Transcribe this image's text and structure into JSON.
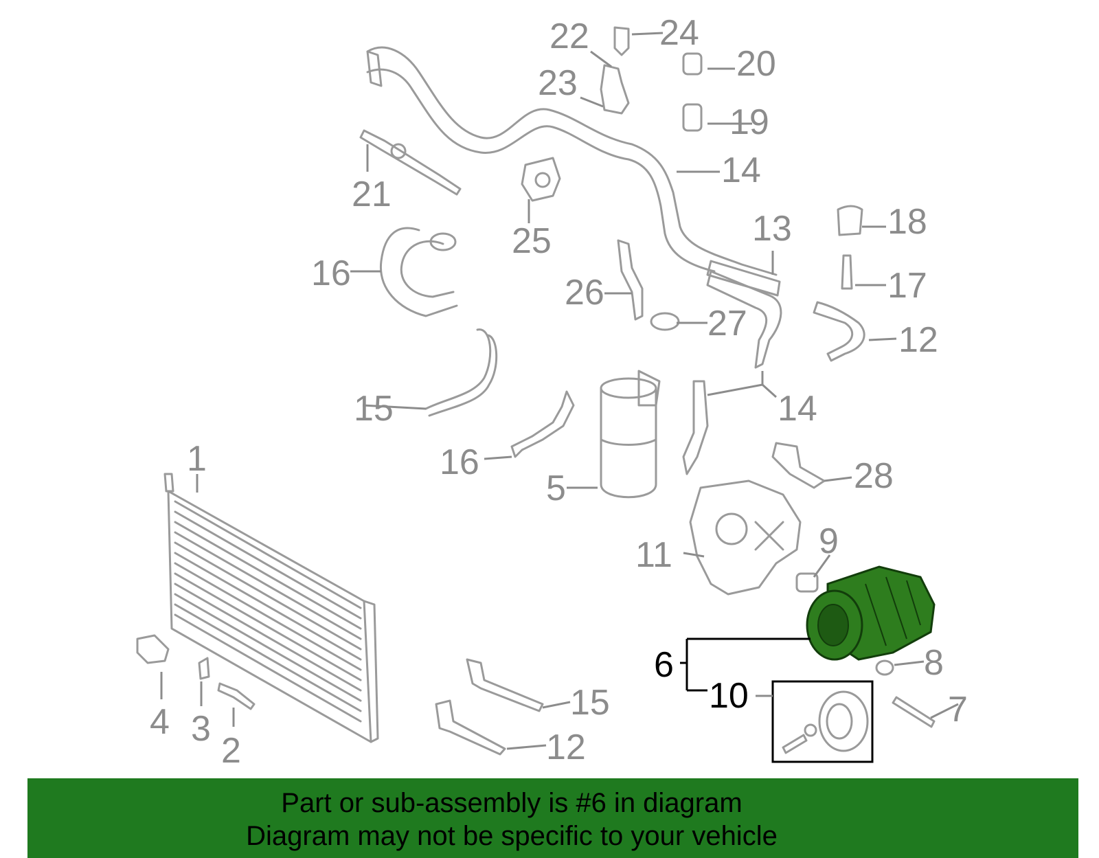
{
  "diagram": {
    "callouts": {
      "c1": "1",
      "c2": "2",
      "c3": "3",
      "c4": "4",
      "c5": "5",
      "c6": "6",
      "c7": "7",
      "c8": "8",
      "c9": "9",
      "c10": "10",
      "c11": "11",
      "c12a": "12",
      "c12b": "12",
      "c13": "13",
      "c14a": "14",
      "c14b": "14",
      "c15a": "15",
      "c15b": "15",
      "c16a": "16",
      "c16b": "16",
      "c17": "17",
      "c18": "18",
      "c19": "19",
      "c20": "20",
      "c21": "21",
      "c22": "22",
      "c23": "23",
      "c24": "24",
      "c25": "25",
      "c26": "26",
      "c27": "27",
      "c28": "28"
    },
    "highlight_part": "6",
    "colors": {
      "part_line": "#9a9a9a",
      "highlight_fill": "#2e7d1e",
      "banner": "#1f7a1f"
    }
  },
  "banner": {
    "line1": "Part or sub-assembly is #6 in diagram",
    "line2": "Diagram may not be specific to your vehicle"
  }
}
